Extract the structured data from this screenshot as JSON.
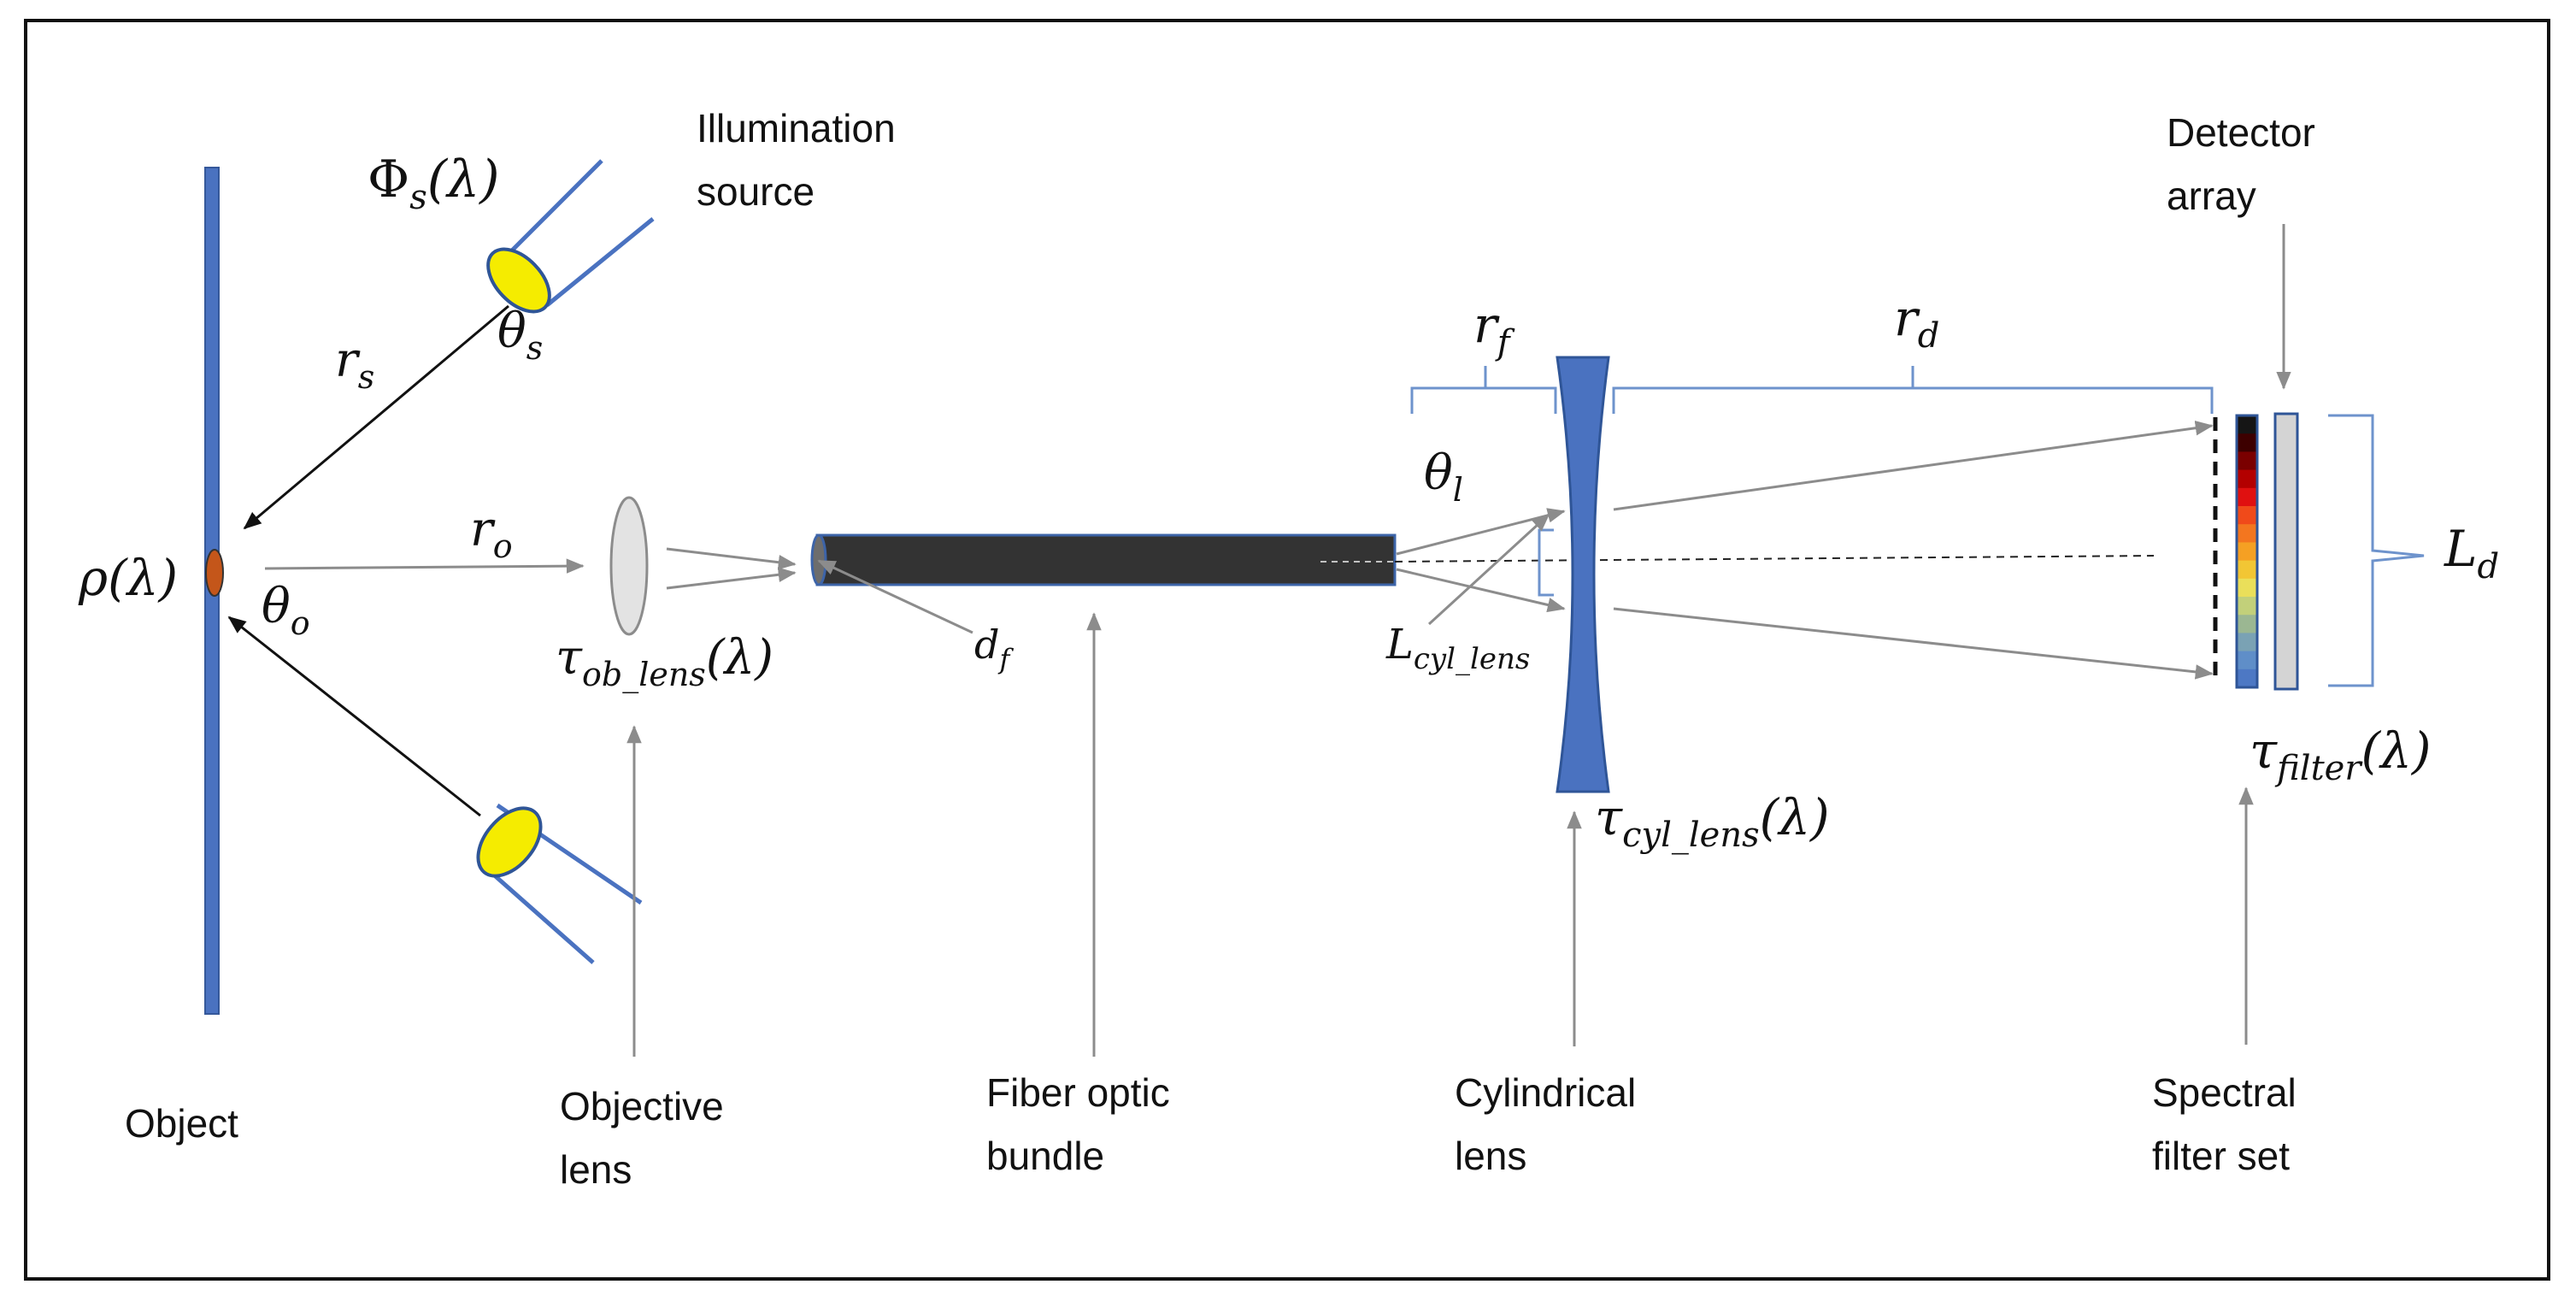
{
  "labels": {
    "illumination_source": [
      "Illumination",
      "source"
    ],
    "detector_array": [
      "Detector",
      "array"
    ],
    "object": "Object",
    "objective_lens": [
      "Objective",
      "lens"
    ],
    "fiber_optic_bundle": [
      "Fiber optic",
      "bundle"
    ],
    "cylindrical_lens": [
      "Cylindrical",
      "lens"
    ],
    "spectral_filter_set": [
      "Spectral",
      "filter set"
    ]
  },
  "math": {
    "phi_s": {
      "base": "Φ",
      "sub": "s",
      "tail": "(λ)"
    },
    "theta_s": {
      "base": "θ",
      "sub": "s"
    },
    "r_s": {
      "base": "r",
      "sub": "s"
    },
    "rho": {
      "base": "ρ(λ)"
    },
    "theta_o": {
      "base": "θ",
      "sub": "o"
    },
    "r_o": {
      "base": "r",
      "sub": "o"
    },
    "tau_ob_lens": {
      "base": "τ",
      "sub": "ob_lens",
      "tail": "(λ)"
    },
    "d_f": {
      "base": "d",
      "sub": "f"
    },
    "r_f": {
      "base": "r",
      "sub": "f"
    },
    "theta_l": {
      "base": "θ",
      "sub": "l"
    },
    "l_cyl_lens": {
      "base": "L",
      "sub": "cyl_lens"
    },
    "r_d": {
      "base": "r",
      "sub": "d"
    },
    "l_d": {
      "base": "L",
      "sub": "d"
    },
    "tau_cyl_lens": {
      "base": "τ",
      "sub": "cyl_lens",
      "tail": "(λ)"
    },
    "tau_filter": {
      "base": "τ",
      "sub": "filter",
      "tail": "(λ)"
    }
  },
  "colors": {
    "frame": "#111111",
    "object_bar": "#4a72c0",
    "object_spot": "#c4561a",
    "lamp_face": "#f5ec00",
    "fiber_body": "#333333",
    "objective_lens_fill": "#e3e3e3",
    "cylindrical_lens_fill": "#4a72c0",
    "filter_plate": "#d4d4d4",
    "pointer": "#8c8c8c",
    "spectral_strip": [
      "#151515",
      "#3d0000",
      "#7a0000",
      "#b30000",
      "#e01010",
      "#f04a1a",
      "#f3761f",
      "#f5a023",
      "#f2c634",
      "#eadf5a",
      "#c2d07a",
      "#9bb792",
      "#7aa2b4",
      "#5f8ec8",
      "#4d78c4"
    ]
  }
}
